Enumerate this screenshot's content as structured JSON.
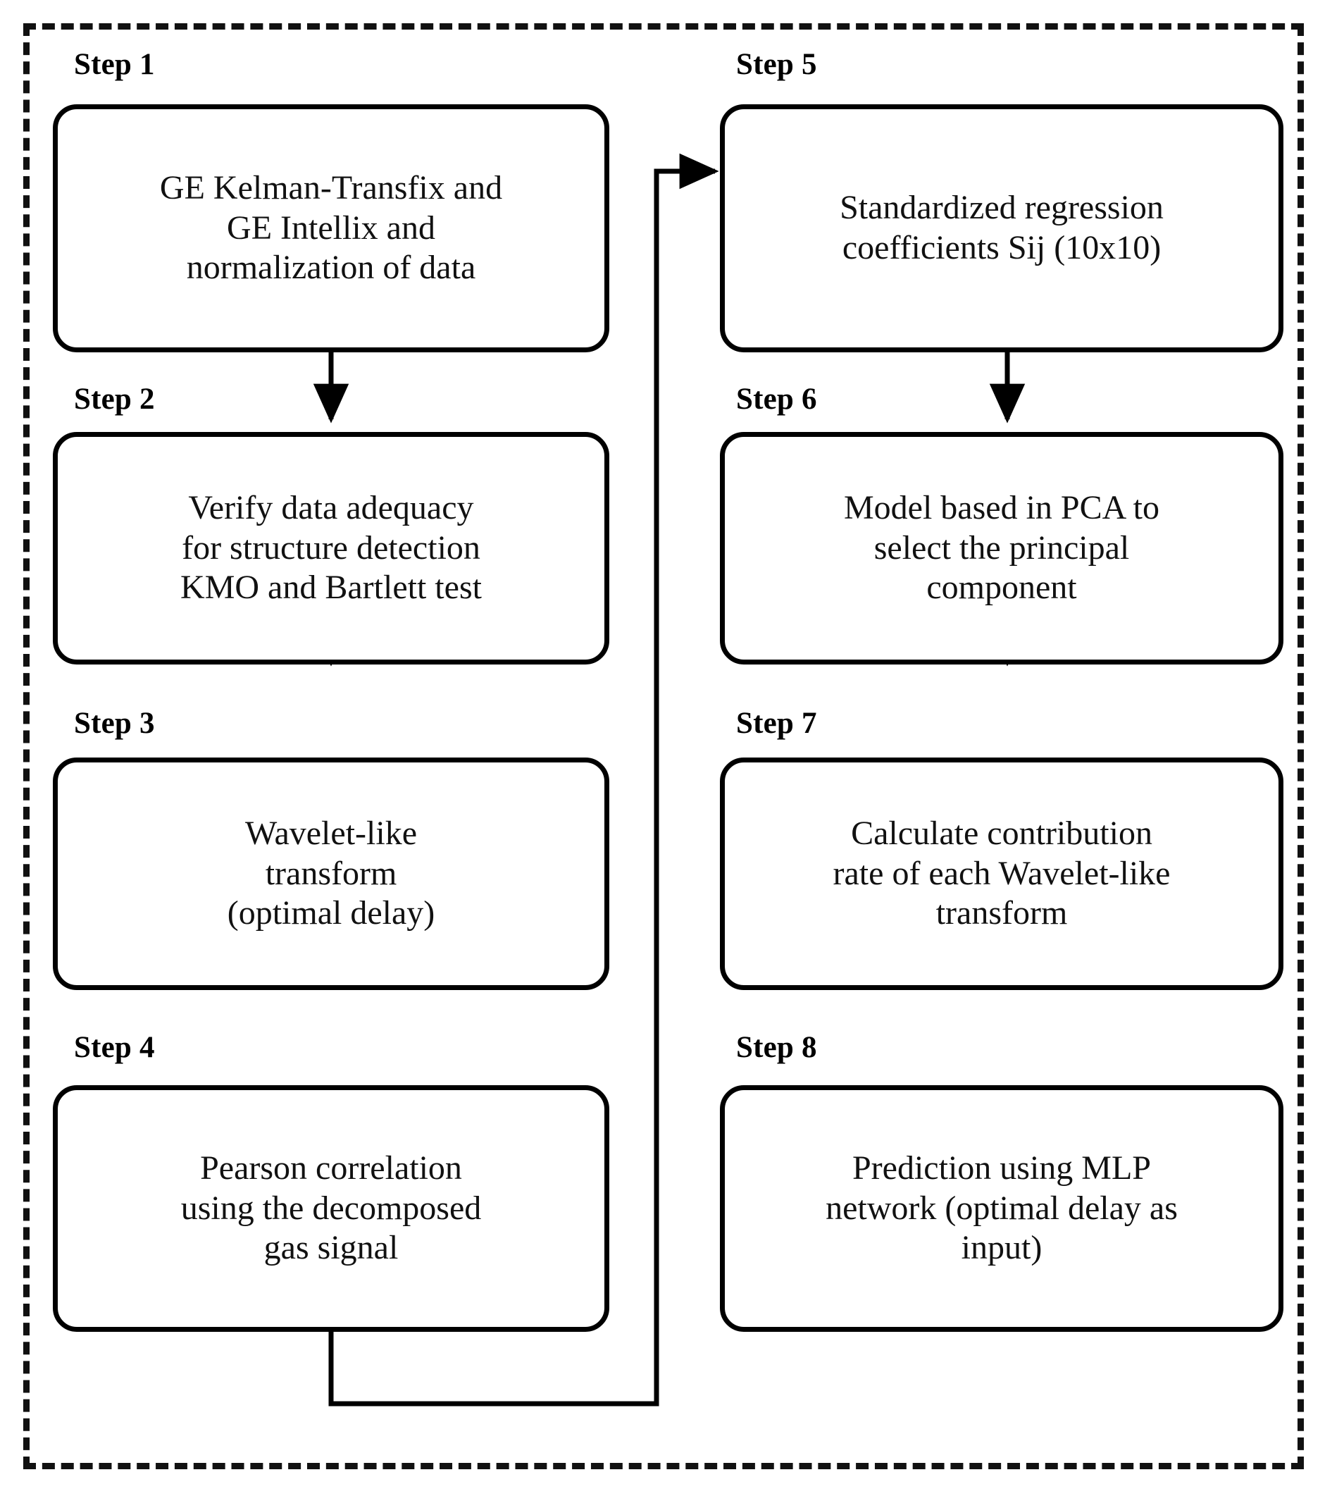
{
  "diagram": {
    "title": "Eight-step gas-signal prediction methodology flowchart",
    "border_style": "dashed",
    "accent_color": "#000000",
    "background_color": "#ffffff",
    "columns": 2
  },
  "steps": [
    {
      "id": "step-1",
      "label": "Step 1",
      "text": "GE Kelman-Transfix and\nGE Intellix and\nnormalization of data",
      "column": "left"
    },
    {
      "id": "step-2",
      "label": "Step 2",
      "text": "Verify data adequacy\nfor structure detection\nKMO and Bartlett test",
      "column": "left"
    },
    {
      "id": "step-3",
      "label": "Step 3",
      "text": "Wavelet-like\ntransform\n(optimal delay)",
      "column": "left"
    },
    {
      "id": "step-4",
      "label": "Step 4",
      "text": "Pearson correlation\nusing the decomposed\ngas signal",
      "column": "left"
    },
    {
      "id": "step-5",
      "label": "Step 5",
      "text": "Standardized regression\ncoefficients Sij (10x10)",
      "column": "right"
    },
    {
      "id": "step-6",
      "label": "Step 6",
      "text": "Model based in PCA to\nselect the principal\ncomponent",
      "column": "right"
    },
    {
      "id": "step-7",
      "label": "Step 7",
      "text": "Calculate contribution\nrate of each Wavelet-like\ntransform",
      "column": "right"
    },
    {
      "id": "step-8",
      "label": "Step 8",
      "text": "Prediction using MLP\nnetwork (optimal delay as\ninput)",
      "column": "right"
    }
  ],
  "connections": [
    {
      "id": "arrow-1-2",
      "from": "step-1",
      "to": "step-2",
      "kind": "vertical-arrow"
    },
    {
      "id": "arrow-2-3",
      "from": "step-2",
      "to": "step-3",
      "kind": "vertical-arrow"
    },
    {
      "id": "arrow-3-4",
      "from": "step-3",
      "to": "step-4",
      "kind": "vertical-arrow"
    },
    {
      "id": "arrow-4-5",
      "from": "step-4",
      "to": "step-5",
      "kind": "routed-feedback-arrow"
    },
    {
      "id": "arrow-5-6",
      "from": "step-5",
      "to": "step-6",
      "kind": "vertical-arrow"
    },
    {
      "id": "arrow-6-7",
      "from": "step-6",
      "to": "step-7",
      "kind": "vertical-arrow"
    },
    {
      "id": "arrow-7-8",
      "from": "step-7",
      "to": "step-8",
      "kind": "vertical-arrow"
    }
  ]
}
